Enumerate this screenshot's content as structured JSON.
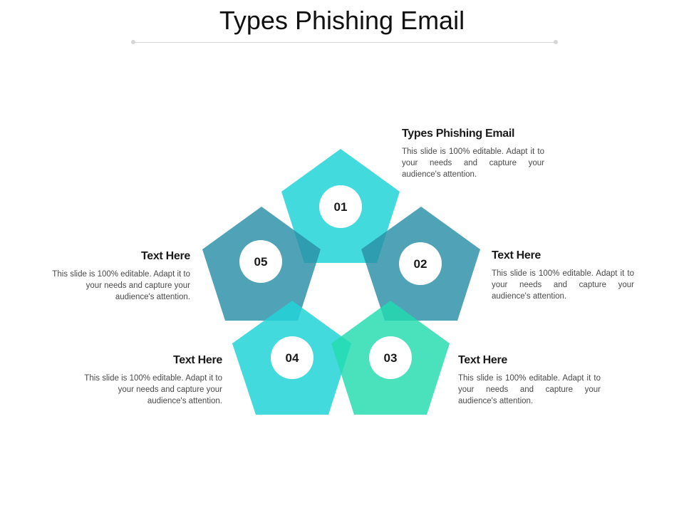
{
  "title": "Types Phishing Email",
  "colors": {
    "cyan": "#22d3d8",
    "teal": "#2a8fa6",
    "green": "#22dcae",
    "rule": "#d6d6d6"
  },
  "items": [
    {
      "number": "01",
      "heading": "Types Phishing Email",
      "body": "This slide is 100% editable. Adapt it to your needs and capture your audience's attention."
    },
    {
      "number": "02",
      "heading": "Text Here",
      "body": "This slide is 100% editable. Adapt it to your needs and capture your audience's attention."
    },
    {
      "number": "03",
      "heading": "Text Here",
      "body": "This slide is 100% editable. Adapt it to your needs and capture your audience's attention."
    },
    {
      "number": "04",
      "heading": "Text Here",
      "body": "This slide is 100% editable. Adapt it to your needs and capture your audience's attention."
    },
    {
      "number": "05",
      "heading": "Text Here",
      "body": "This slide is 100% editable. Adapt it to your needs and capture your audience's attention."
    }
  ]
}
